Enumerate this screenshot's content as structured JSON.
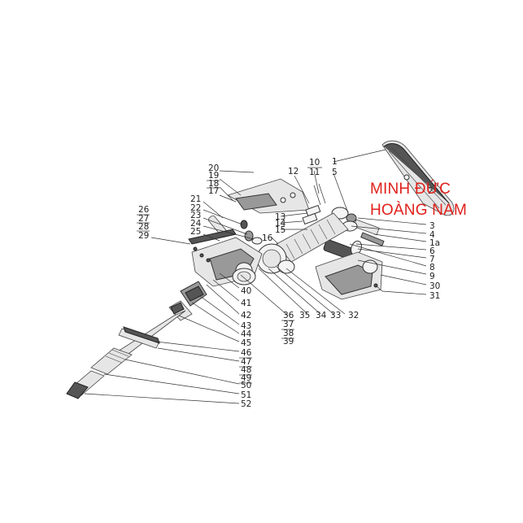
{
  "watermark": {
    "line1": "MINH ĐỨC",
    "line2": "HOÀNG NAM",
    "color": "#e0201b"
  },
  "callouts": [
    "1",
    "2",
    "3",
    "4",
    "1a",
    "5",
    "6",
    "7",
    "8",
    "9",
    "10",
    "11",
    "12",
    "13",
    "14",
    "15",
    "16",
    "17",
    "18",
    "19",
    "20",
    "21",
    "22",
    "23",
    "24",
    "25",
    "26",
    "27",
    "28",
    "29",
    "30",
    "31",
    "32",
    "33",
    "34",
    "35",
    "36",
    "37",
    "38",
    "39",
    "40",
    "41",
    "42",
    "43",
    "44",
    "45",
    "46",
    "47",
    "48",
    "49",
    "50",
    "51",
    "52"
  ]
}
